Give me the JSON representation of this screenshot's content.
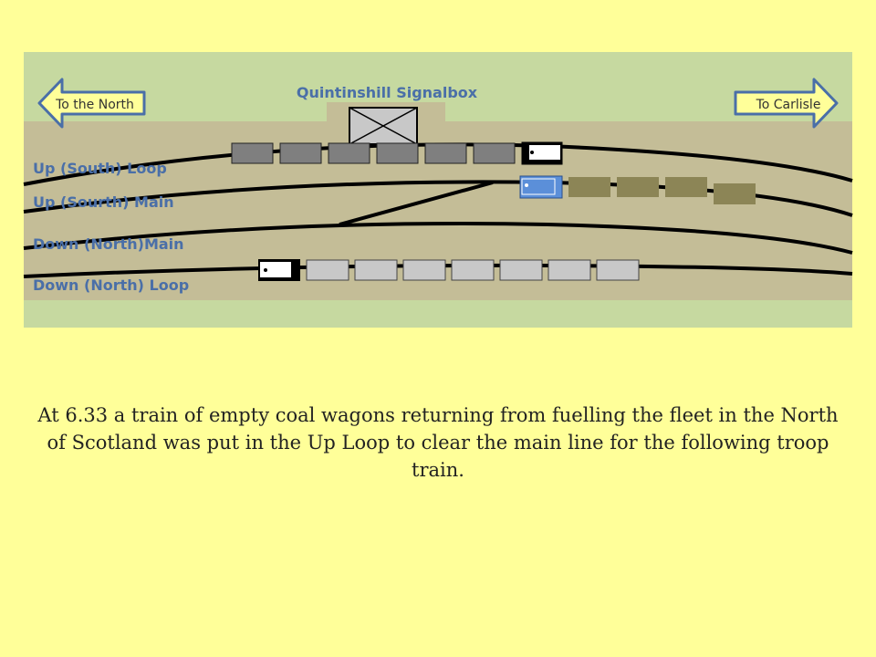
{
  "signalbox": {
    "title": "Quintinshill Signalbox"
  },
  "arrows": {
    "north": "To the North",
    "carlisle": "To Carlisle"
  },
  "tracks": {
    "up_loop": "Up (South) Loop",
    "up_main": "Up (Sourth) Main",
    "down_main": "Down  (North)Main",
    "down_loop": "Down (North) Loop"
  },
  "caption": "At 6.33 a train of empty coal wagons returning from fuelling the fleet in the North of Scotland was put in the Up Loop to clear the main line for the following troop train.",
  "colors": {
    "page_background": "#ffff99",
    "field": "#c6d9a0",
    "ballast": "#c4bd97",
    "label_blue": "#4a6fa8",
    "coal_wagon": "#7f7f7f",
    "troop_carriage": "#8c8556",
    "express_carriage": "#c8c8c8",
    "up_engine": "#5b8fd9",
    "track": "#000000"
  }
}
